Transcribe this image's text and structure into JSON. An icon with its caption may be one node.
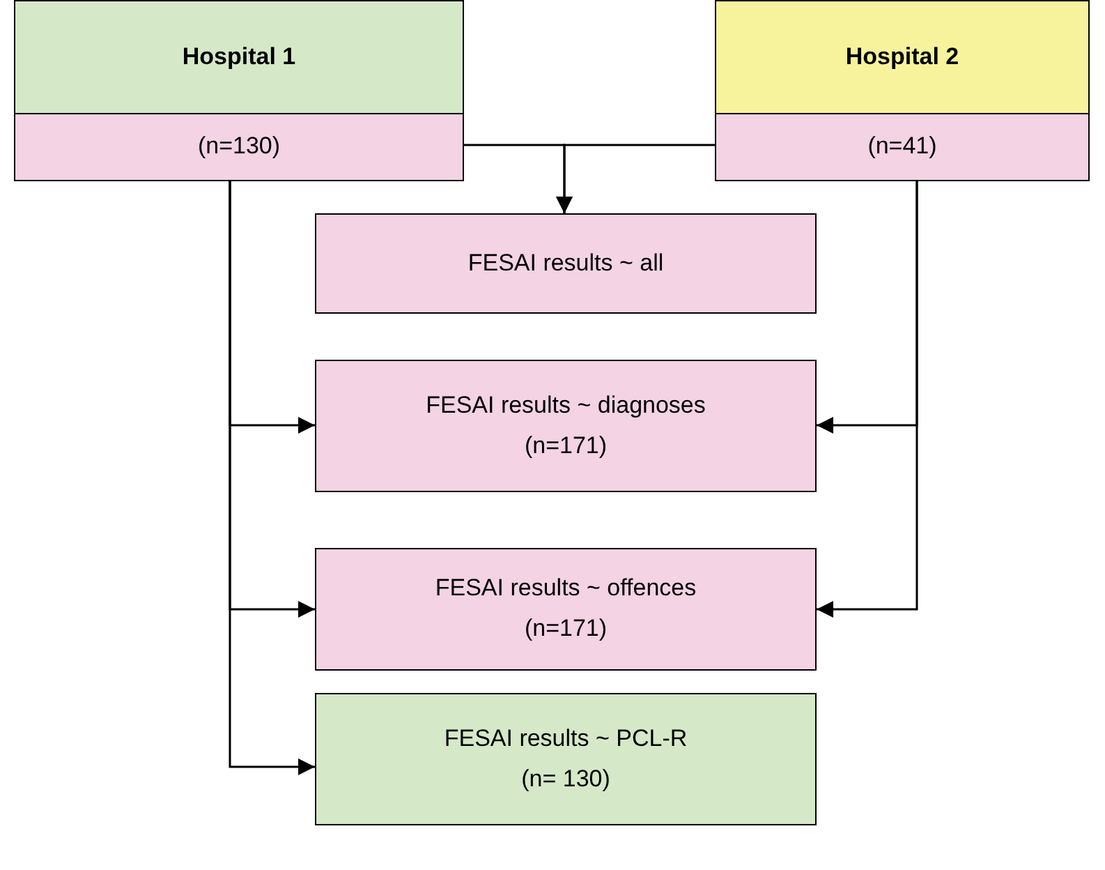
{
  "diagram": {
    "nodes": [
      {
        "text": [
          "Hospital 1",
          "(n=130)"
        ]
      },
      {
        "text": [
          "Hospital 2",
          "(n=41)"
        ]
      },
      {
        "text": [
          "FESAI results ~ all"
        ]
      },
      {
        "text": [
          "FESAI results ~ diagnoses",
          "(n=171)"
        ]
      },
      {
        "text": [
          "FESAI results ~ offences",
          "(n=171)"
        ]
      },
      {
        "text": [
          "FESAI results ~ PCL-R",
          "(n= 130)"
        ]
      }
    ],
    "edges": [
      {
        "from": 0,
        "to": 2,
        "arrow": "to"
      },
      {
        "from": 1,
        "to": 2,
        "arrow": "to"
      },
      {
        "from": 0,
        "to": 3,
        "arrow": "to"
      },
      {
        "from": 0,
        "to": 4,
        "arrow": "to"
      },
      {
        "from": 0,
        "to": 5,
        "arrow": "to"
      },
      {
        "from": 1,
        "to": 3,
        "arrow": "to"
      },
      {
        "from": 1,
        "to": 4,
        "arrow": "to"
      }
    ]
  }
}
